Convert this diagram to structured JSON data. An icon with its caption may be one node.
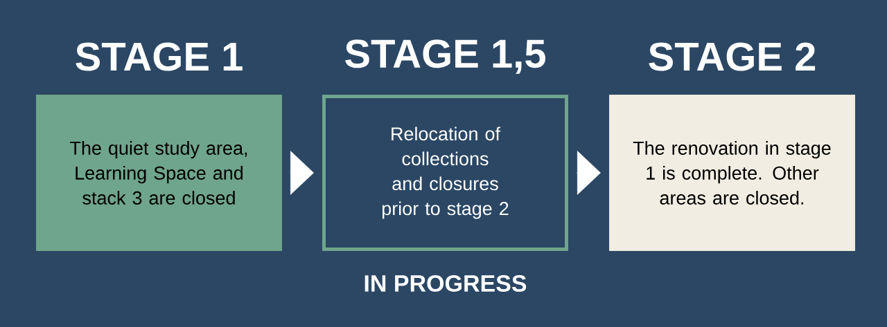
{
  "diagram": {
    "nodes": [
      {
        "text": [
          "STAGE 1",
          "The quiet study area, Learning Space and stack 3 are closed"
        ]
      },
      {
        "text": [
          "STAGE 1,5",
          "Relocation of collections and closures prior to stage 2"
        ],
        "beside": [
          "IN PROGRESS"
        ]
      },
      {
        "text": [
          "STAGE 2",
          "The renovation in stage 1 is complete. Other areas are closed."
        ]
      }
    ],
    "edges": [
      {
        "from": 0,
        "to": 1,
        "arrow": "to"
      },
      {
        "from": 1,
        "to": 2,
        "arrow": "to"
      }
    ]
  }
}
